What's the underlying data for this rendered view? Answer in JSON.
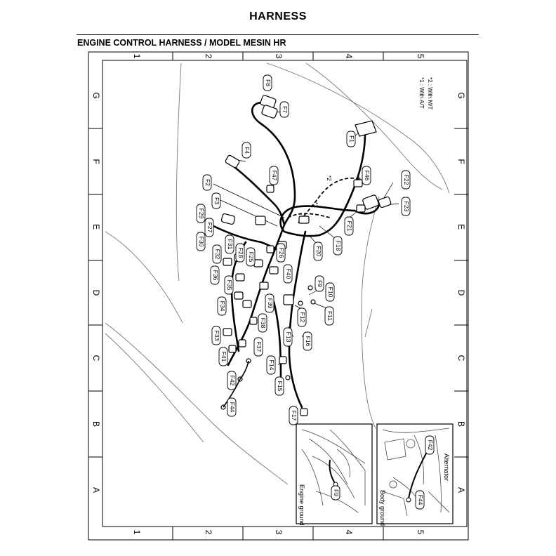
{
  "header": {
    "title": "HARNESS",
    "section_title": "ENGINE CONTROL HARNESS / MODEL MESIN HR"
  },
  "grid": {
    "columns": [
      "1",
      "2",
      "3",
      "4",
      "5"
    ],
    "rows": [
      "G",
      "F",
      "E",
      "D",
      "C",
      "B",
      "A"
    ]
  },
  "legend": {
    "note_1": "*1 : With A/T",
    "note_2": "*2 : With M/T"
  },
  "callouts": {
    "star1": "*1",
    "star2": "*2"
  },
  "connectors": [
    "F1",
    "F2",
    "F3",
    "F4",
    "F7",
    "F8",
    "F9",
    "F10",
    "F11",
    "F12",
    "F13",
    "F14",
    "F15",
    "F16",
    "F17",
    "F18",
    "F20",
    "F21",
    "F22",
    "F23",
    "F25",
    "F26",
    "F27",
    "F28",
    "F29",
    "F30",
    "F31",
    "F32",
    "F33",
    "F34",
    "F35",
    "F36",
    "F37",
    "F38",
    "F39",
    "F40",
    "F41",
    "F42",
    "F44",
    "F46",
    "F47"
  ],
  "insets": {
    "left": {
      "caption": "Engine ground",
      "connector": "F9"
    },
    "right": {
      "caption": "Body ground",
      "connector_a": "F44",
      "connector_b": "F42",
      "component": "Alternator"
    }
  }
}
